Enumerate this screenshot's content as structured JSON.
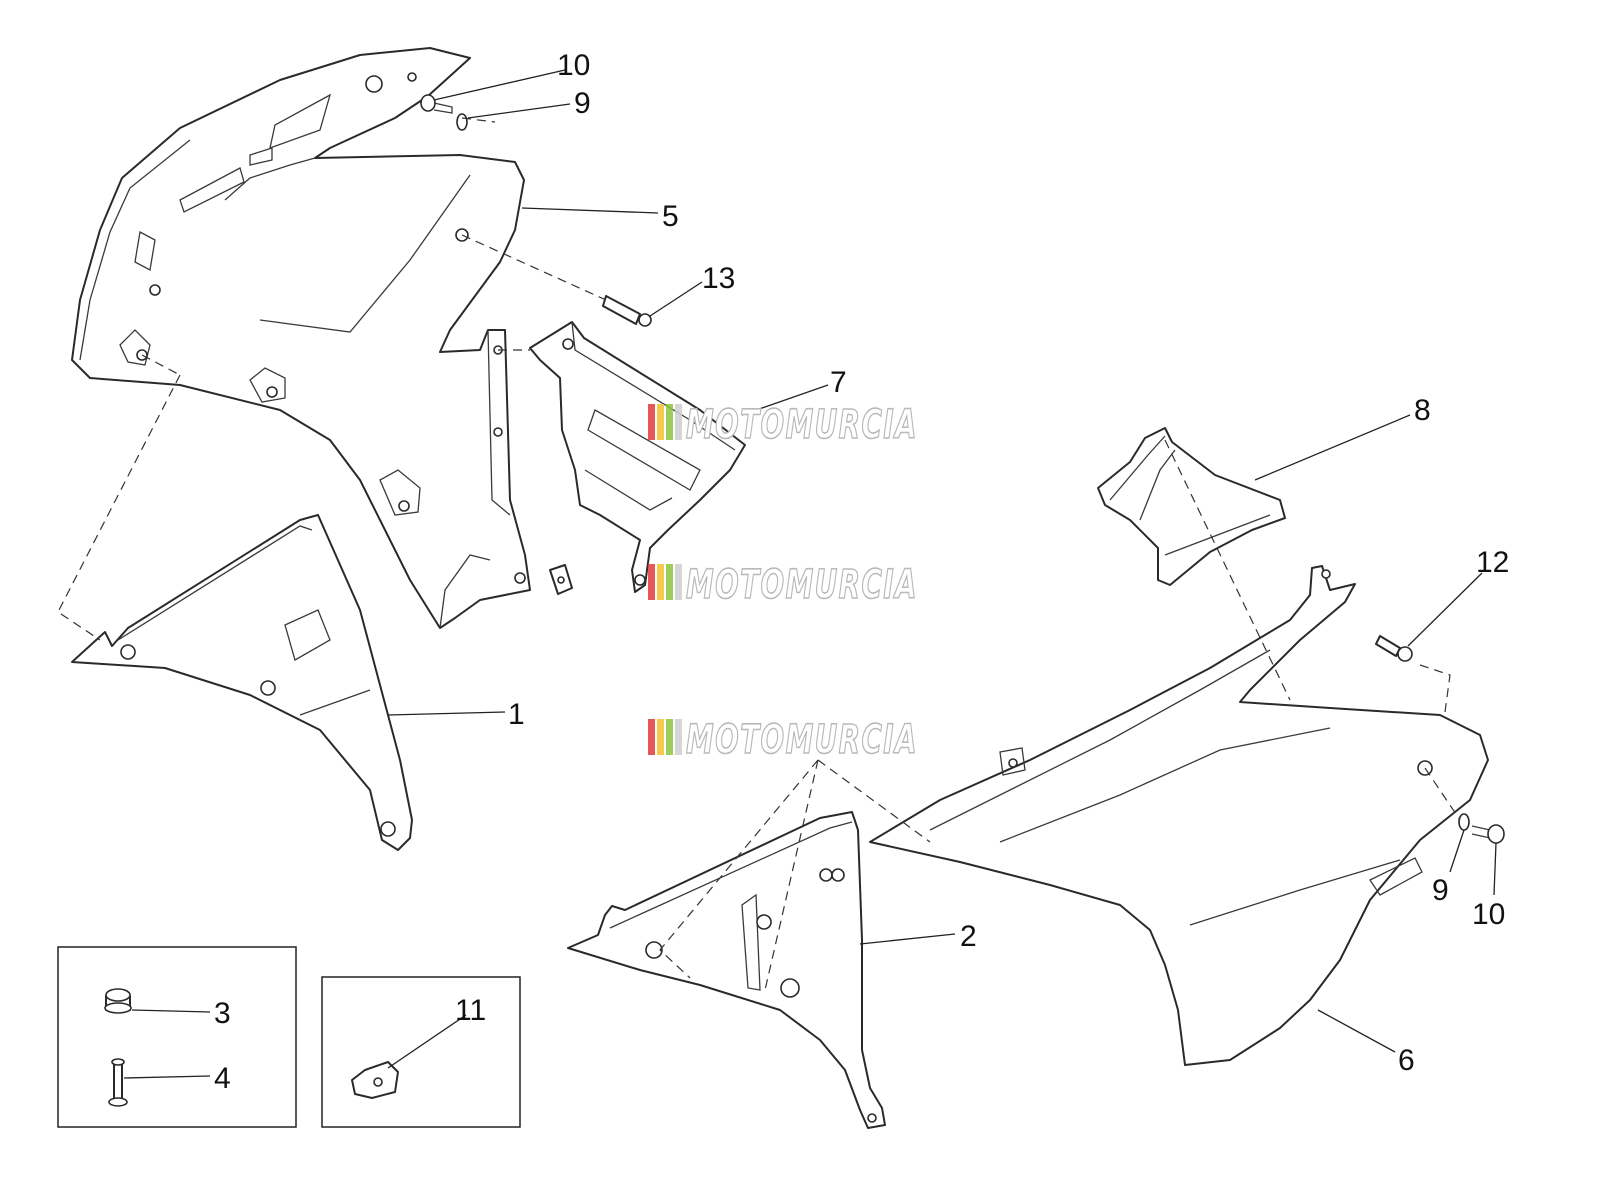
{
  "diagram": {
    "callouts": [
      {
        "id": "c10a",
        "label": "10"
      },
      {
        "id": "c9a",
        "label": "9"
      },
      {
        "id": "c5",
        "label": "5"
      },
      {
        "id": "c13",
        "label": "13"
      },
      {
        "id": "c7",
        "label": "7"
      },
      {
        "id": "c8",
        "label": "8"
      },
      {
        "id": "c12",
        "label": "12"
      },
      {
        "id": "c1",
        "label": "1"
      },
      {
        "id": "c9b",
        "label": "9"
      },
      {
        "id": "c10b",
        "label": "10"
      },
      {
        "id": "c2",
        "label": "2"
      },
      {
        "id": "c6",
        "label": "6"
      },
      {
        "id": "c3",
        "label": "3"
      },
      {
        "id": "c4",
        "label": "4"
      },
      {
        "id": "c11",
        "label": "11"
      }
    ],
    "watermark": {
      "text": "MOTOMURCIA",
      "stripe_colors": [
        "#e23a3a",
        "#f2c230",
        "#8cc63f",
        "#cfcfcf"
      ]
    }
  }
}
